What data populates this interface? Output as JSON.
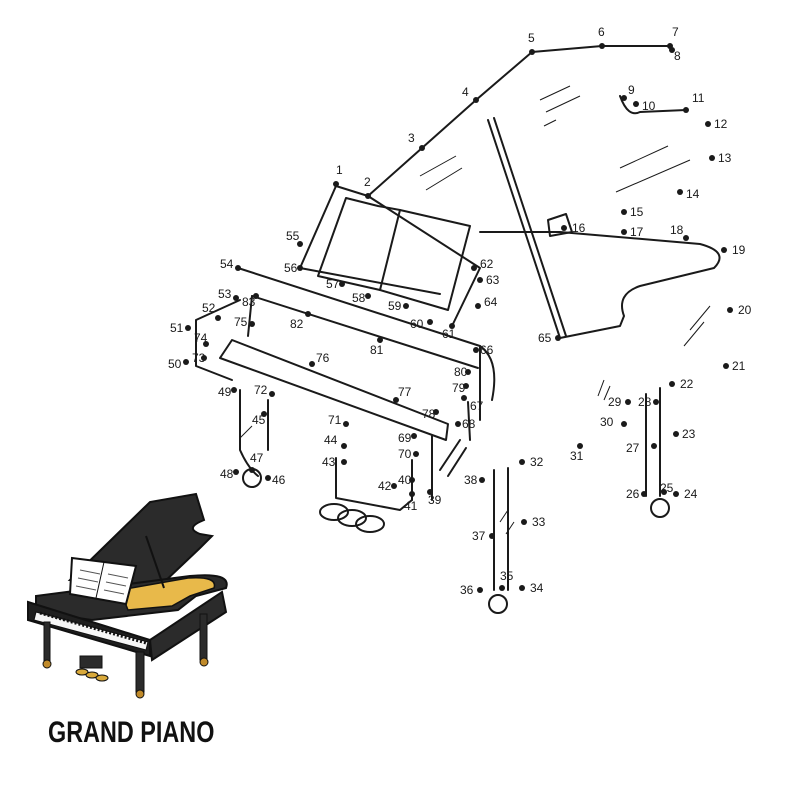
{
  "title": "GRAND PIANO",
  "dot_labels": [
    "1",
    "2",
    "3",
    "4",
    "5",
    "6",
    "7",
    "8",
    "9",
    "10",
    "11",
    "12",
    "13",
    "14",
    "15",
    "16",
    "17",
    "18",
    "19",
    "20",
    "21",
    "22",
    "23",
    "24",
    "25",
    "26",
    "27",
    "28",
    "29",
    "30",
    "31",
    "32",
    "33",
    "34",
    "35",
    "36",
    "37",
    "38",
    "39",
    "40",
    "41",
    "42",
    "43",
    "44",
    "45",
    "46",
    "47",
    "48",
    "49",
    "50",
    "51",
    "52",
    "53",
    "54",
    "55",
    "56",
    "57",
    "58",
    "59",
    "60",
    "61",
    "62",
    "63",
    "64",
    "65",
    "66",
    "67",
    "68",
    "69",
    "70",
    "71",
    "72",
    "73",
    "74",
    "75",
    "76",
    "77",
    "78",
    "79",
    "80",
    "81",
    "82",
    "83"
  ],
  "colors": {
    "outline": "#1a1a1a",
    "piano_body": "#2b2b2b",
    "piano_inside": "#e8b94a",
    "pedals": "#d9a93a",
    "casters": "#c08a2a",
    "paper": "#ffffff"
  },
  "icons": [
    "grand-piano-reference-icon",
    "dot-to-dot-piano-outline"
  ]
}
